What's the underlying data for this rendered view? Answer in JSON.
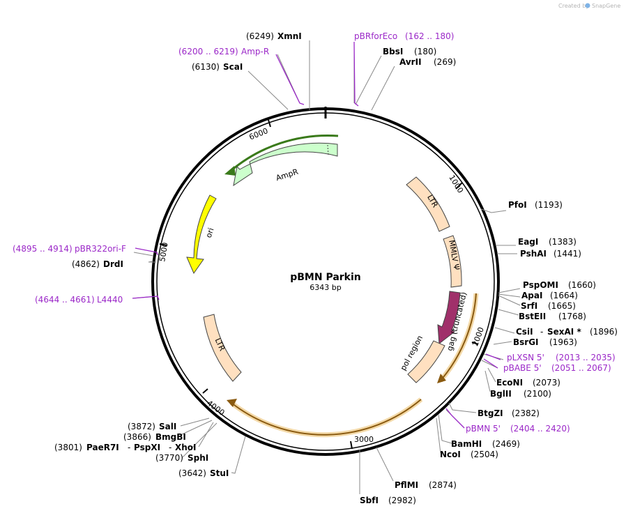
{
  "credit": {
    "created_by": "Created by",
    "brand": "SnapGene"
  },
  "map": {
    "name": "pBMN Parkin",
    "size": "6343 bp",
    "total_bp": 6343
  },
  "ticks": [
    "1000",
    "2000",
    "3000",
    "4000",
    "5000",
    "6000"
  ],
  "enzymes": [
    {
      "name": "XmnI",
      "pos": "(6249)"
    },
    {
      "name": "BbsI",
      "pos": "(180)"
    },
    {
      "name": "AvrII",
      "pos": "(269)"
    },
    {
      "name": "ScaI",
      "pos": "(6130)"
    },
    {
      "name": "PfoI",
      "pos": "(1193)"
    },
    {
      "name": "EagI",
      "pos": "(1383)"
    },
    {
      "name": "PshAI",
      "pos": "(1441)"
    },
    {
      "name": "PspOMI",
      "pos": "(1660)"
    },
    {
      "name": "ApaI",
      "pos": "(1664)"
    },
    {
      "name": "SrfI",
      "pos": "(1665)"
    },
    {
      "name": "BstEII",
      "pos": "(1768)"
    },
    {
      "name": "CsiI",
      "pos": "(1896)"
    },
    {
      "name": "SexAI *",
      "pos": ""
    },
    {
      "name": "BsrGI",
      "pos": "(1963)"
    },
    {
      "name": "EcoNI",
      "pos": "(2073)"
    },
    {
      "name": "BglII",
      "pos": "(2100)"
    },
    {
      "name": "BtgZI",
      "pos": "(2382)"
    },
    {
      "name": "BamHI",
      "pos": "(2469)"
    },
    {
      "name": "NcoI",
      "pos": "(2504)"
    },
    {
      "name": "PflMI",
      "pos": "(2874)"
    },
    {
      "name": "SbfI",
      "pos": "(2982)"
    },
    {
      "name": "DrdI",
      "pos": "(4862)"
    },
    {
      "name": "SalI",
      "pos": "(3872)"
    },
    {
      "name": "BmgBI",
      "pos": "(3866)"
    },
    {
      "name": "PaeR7I",
      "pos": "(3801)"
    },
    {
      "name": "PspXI",
      "pos": ""
    },
    {
      "name": "XhoI",
      "pos": ""
    },
    {
      "name": "SphI",
      "pos": "(3770)"
    },
    {
      "name": "StuI",
      "pos": "(3642)"
    }
  ],
  "primers": [
    {
      "name": "pBRforEco",
      "range": "(162 .. 180)"
    },
    {
      "name": "Amp-R",
      "range": "(6200 .. 6219)"
    },
    {
      "name": "pBR322ori-F",
      "range": "(4895 .. 4914)"
    },
    {
      "name": "L4440",
      "range": "(4644 .. 4661)"
    },
    {
      "name": "pLXSN 5'",
      "range": "(2013 .. 2035)"
    },
    {
      "name": "pBABE 5'",
      "range": "(2051 .. 2067)"
    },
    {
      "name": "pBMN 5'",
      "range": "(2404 .. 2420)"
    }
  ],
  "features": [
    {
      "name": "AmpR",
      "color": "#ccffcc"
    },
    {
      "name": "ori",
      "color": "#ffff00"
    },
    {
      "name": "LTR",
      "color": "#ffe0c0"
    },
    {
      "name": "LTR",
      "color": "#ffe0c0"
    },
    {
      "name": "MMLV Ψ",
      "color": "#ffe0c0"
    },
    {
      "name": "gag (truncated)",
      "color": "#a0306a"
    },
    {
      "name": "pol region",
      "color": "#ffe0c0"
    }
  ],
  "colors": {
    "primer": "#9b28c8",
    "orf_gold": "#e8b04a",
    "amp_green": "#3a7a1a"
  }
}
